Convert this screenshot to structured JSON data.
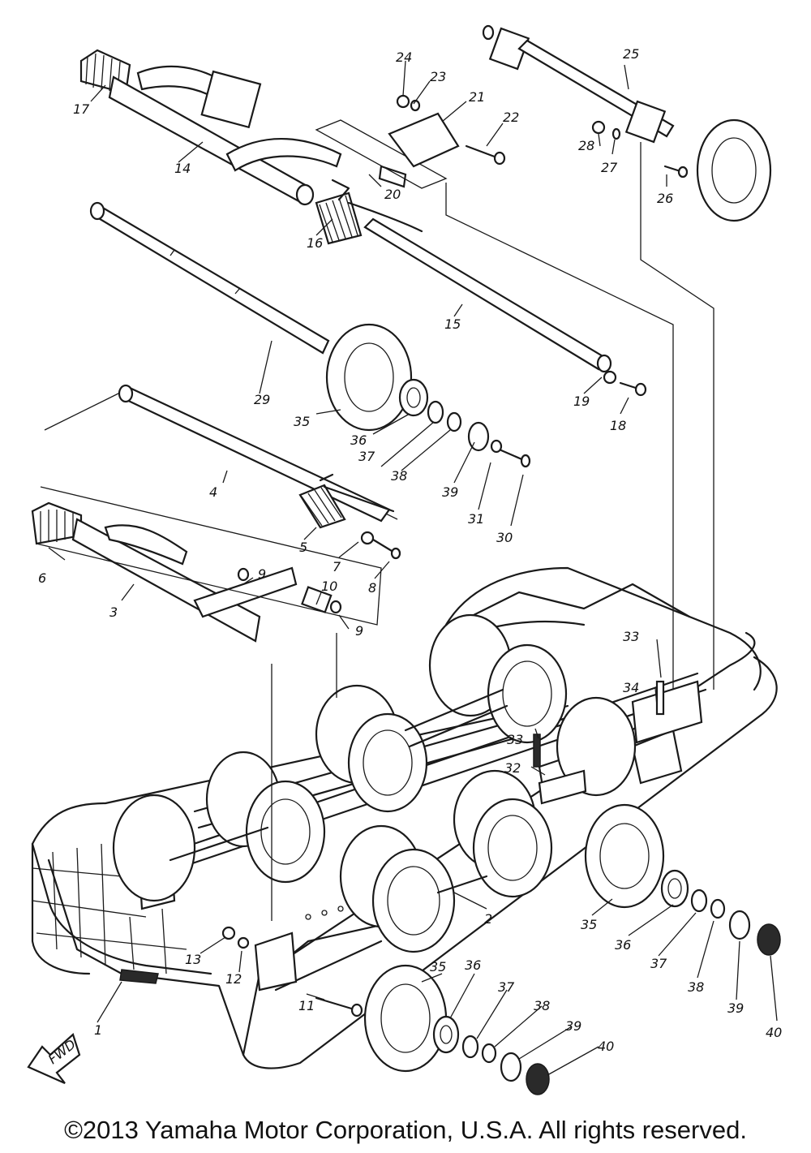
{
  "figure": {
    "callouts": [
      "1",
      "2",
      "3",
      "4",
      "5",
      "6",
      "7",
      "8",
      "9",
      "9",
      "10",
      "11",
      "12",
      "13",
      "14",
      "15",
      "16",
      "17",
      "18",
      "19",
      "20",
      "21",
      "22",
      "23",
      "24",
      "25",
      "26",
      "27",
      "28",
      "29",
      "30",
      "31",
      "32",
      "33",
      "33",
      "34",
      "35",
      "35",
      "35",
      "36",
      "36",
      "36",
      "37",
      "37",
      "37",
      "38",
      "38",
      "38",
      "39",
      "39",
      "39",
      "40",
      "40"
    ],
    "fwd_label": "FWD",
    "copyright": "©2013 Yamaha Motor Corporation, U.S.A. All rights reserved."
  }
}
